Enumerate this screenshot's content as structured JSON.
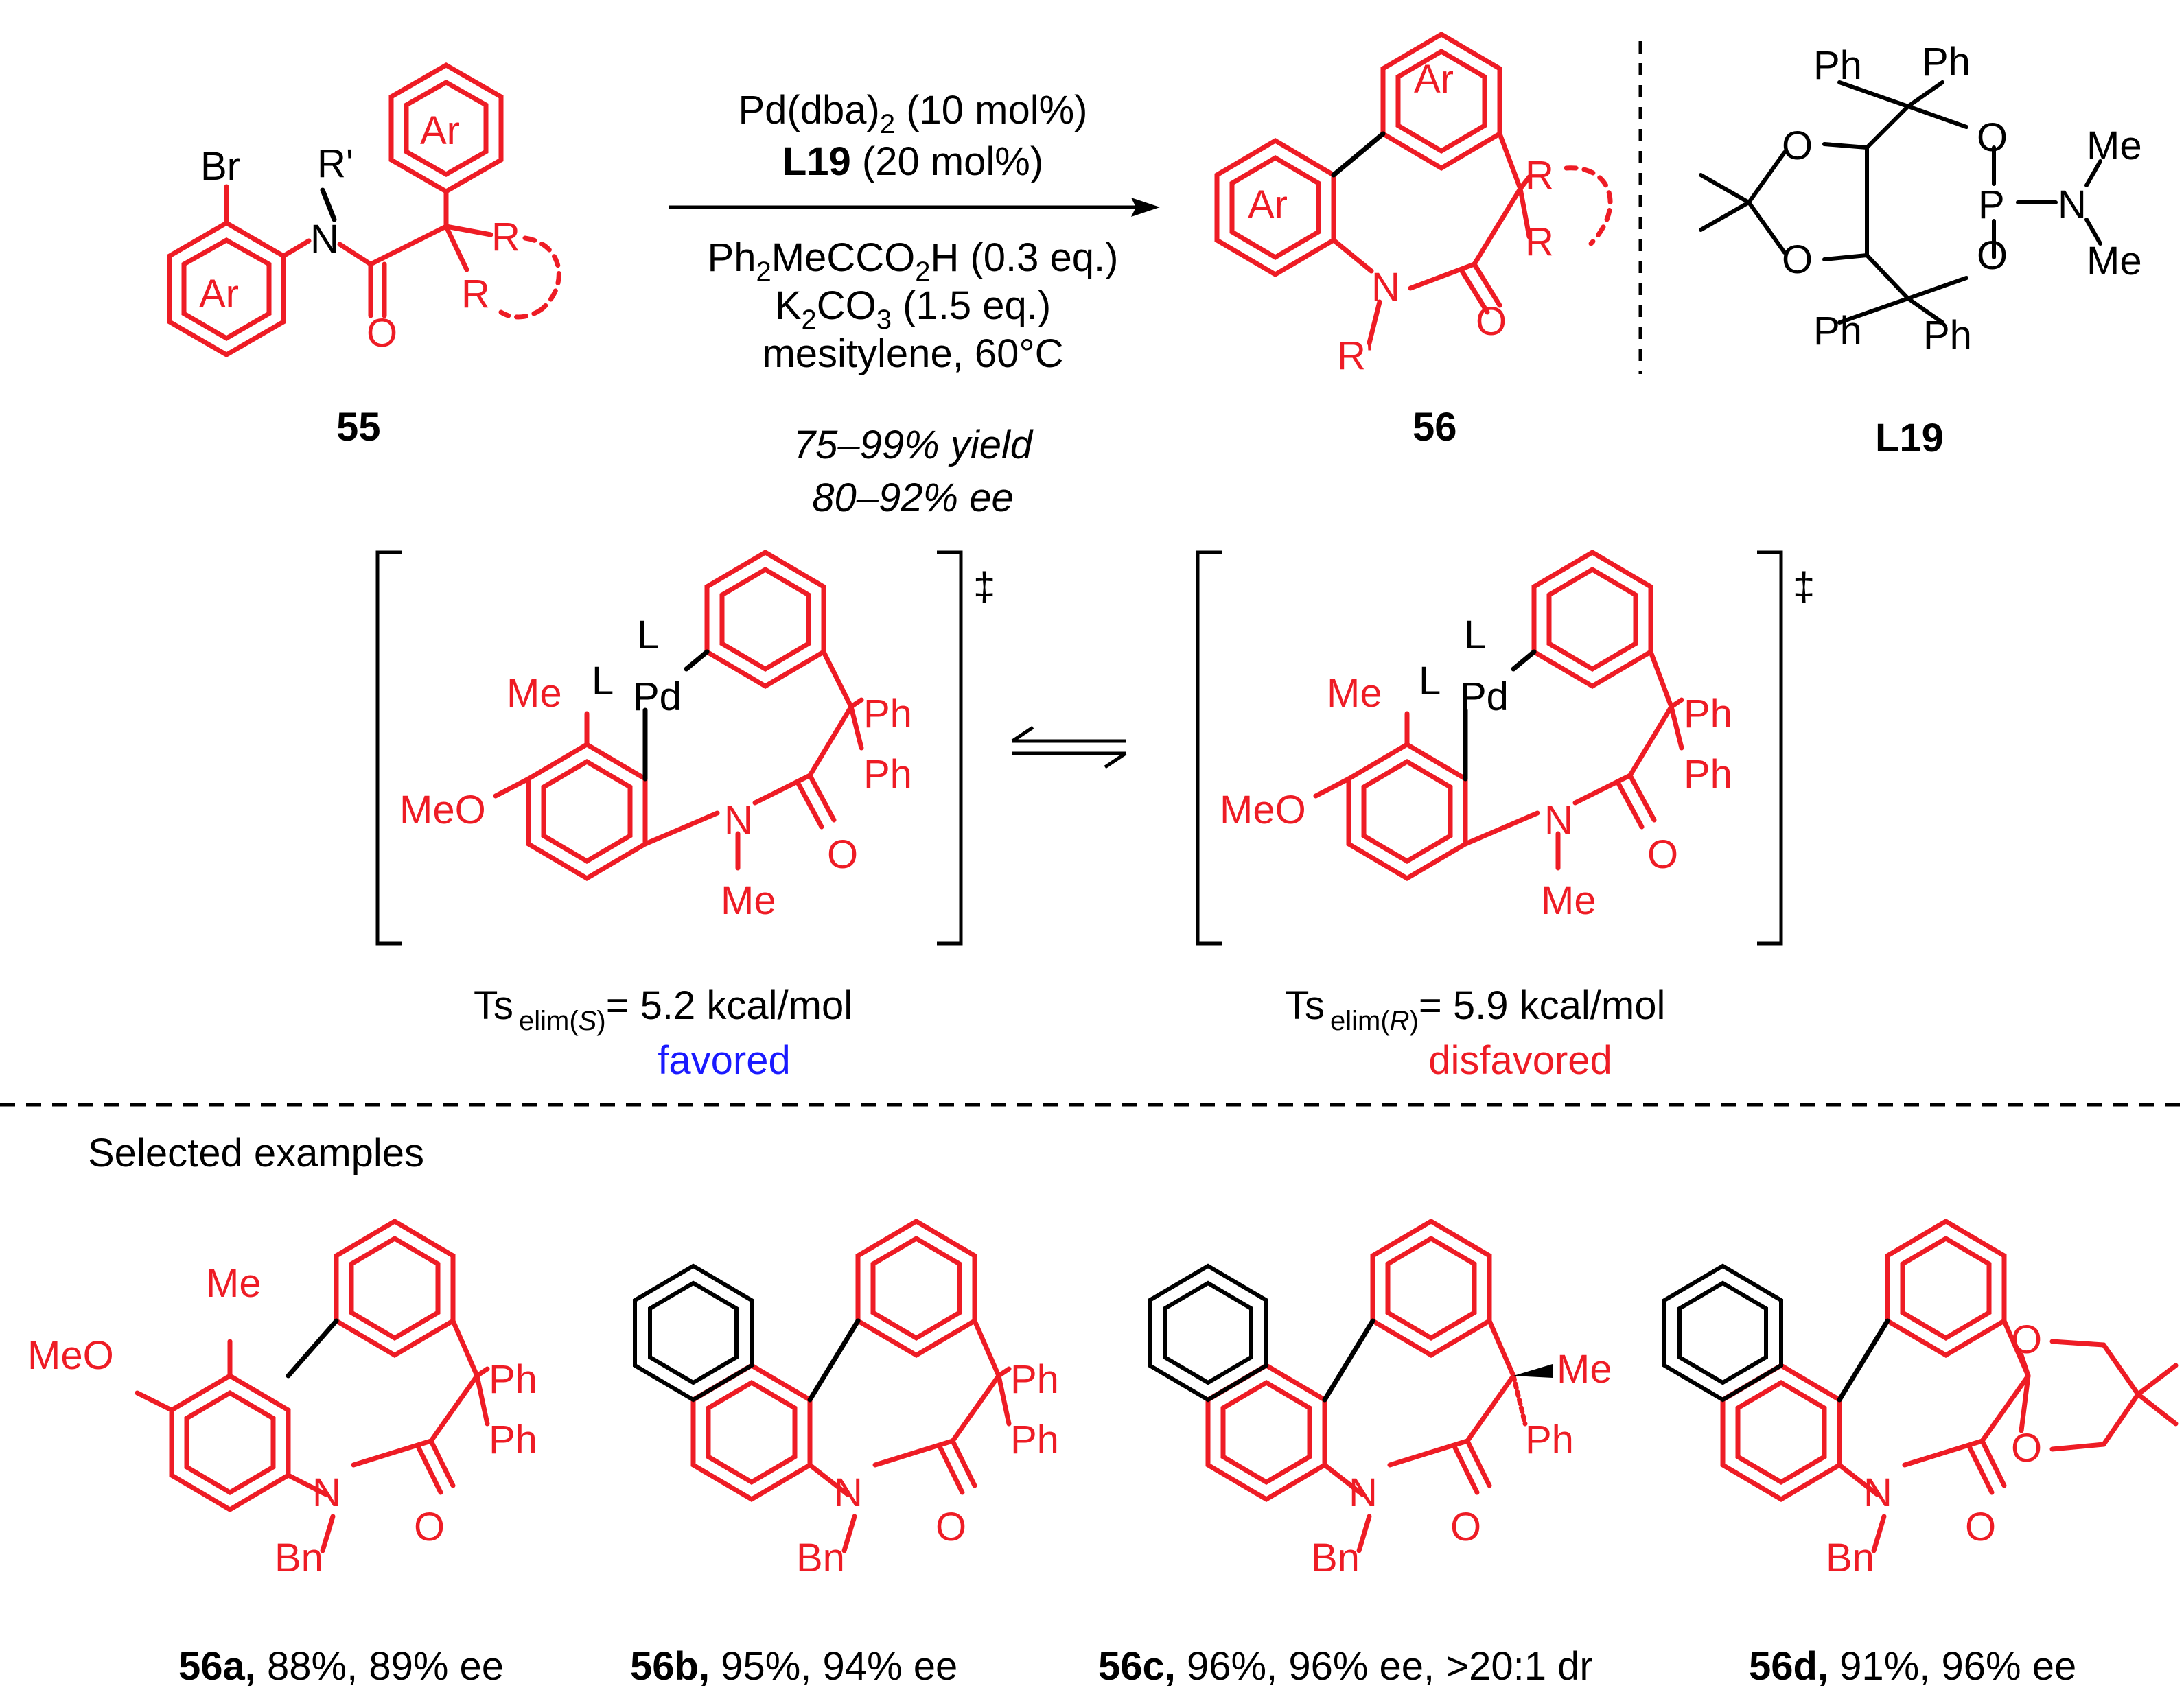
{
  "colors": {
    "red": "#ee1c25",
    "black": "#000000",
    "blue": "#1a1aff"
  },
  "reaction": {
    "reactant": {
      "id": "55",
      "atom_labels": [
        "Br",
        "Ar",
        "R'",
        "N",
        "Ar",
        "R",
        "R",
        "O"
      ]
    },
    "conditions": {
      "line1_a": "Pd(dba)",
      "line1_sub": "2",
      "line1_b": " (10 mol%)",
      "line2_bold": "L19",
      "line2_rest": " (20 mol%)",
      "line3_a": "Ph",
      "line3_sub1": "2",
      "line3_b": "MeCCO",
      "line3_sub2": "2",
      "line3_c": "H (0.3 eq.)",
      "line4_a": "K",
      "line4_sub1": "2",
      "line4_b": "CO",
      "line4_sub2": "3",
      "line4_c": " (1.5 eq.)",
      "line5": "mesitylene, 60°C",
      "yield": "75–99% yield",
      "ee": "80–92% ee"
    },
    "product": {
      "id": "56",
      "atom_labels": [
        "Ar",
        "Ar",
        "R",
        "R",
        "N",
        "O",
        "R'"
      ]
    },
    "ligand": {
      "id": "L19",
      "atom_labels": [
        "Ph",
        "Ph",
        "O",
        "O",
        "O",
        "O",
        "P",
        "N",
        "Me",
        "Me",
        "Ph",
        "Ph"
      ]
    }
  },
  "transition_states": {
    "dagger": "‡",
    "ts_s": {
      "label_main": "Ts",
      "label_sub_a": "elim(",
      "label_sub_s": "S",
      "label_sub_b": ")",
      "energy": "= 5.2 kcal/mol",
      "verdict": "favored",
      "atoms": [
        "L",
        "L",
        "Pd",
        "Me",
        "MeO",
        "Ph",
        "Ph",
        "N",
        "O",
        "Me"
      ]
    },
    "ts_r": {
      "label_main": "Ts",
      "label_sub_a": "elim(",
      "label_sub_s": "R",
      "label_sub_b": ")",
      "energy": "= 5.9 kcal/mol",
      "verdict": "disfavored",
      "atoms": [
        "L",
        "L",
        "Pd",
        "Me",
        "MeO",
        "Ph",
        "Ph",
        "N",
        "O",
        "Me"
      ]
    }
  },
  "section_title": "Selected examples",
  "examples": [
    {
      "id": "56a,",
      "result": " 88%, 89% ee",
      "atoms": [
        "Me",
        "MeO",
        "Ph",
        "Ph",
        "N",
        "O",
        "Bn"
      ]
    },
    {
      "id": "56b,",
      "result": " 95%, 94% ee",
      "atoms": [
        "Ph",
        "Ph",
        "N",
        "O",
        "Bn"
      ]
    },
    {
      "id": "56c,",
      "result": " 96%, 96% ee, >20:1 dr",
      "atoms": [
        "Me",
        "Ph",
        "N",
        "O",
        "Bn"
      ]
    },
    {
      "id": "56d,",
      "result": " 91%, 96% ee",
      "atoms": [
        "O",
        "O",
        "N",
        "O",
        "Bn"
      ]
    }
  ]
}
